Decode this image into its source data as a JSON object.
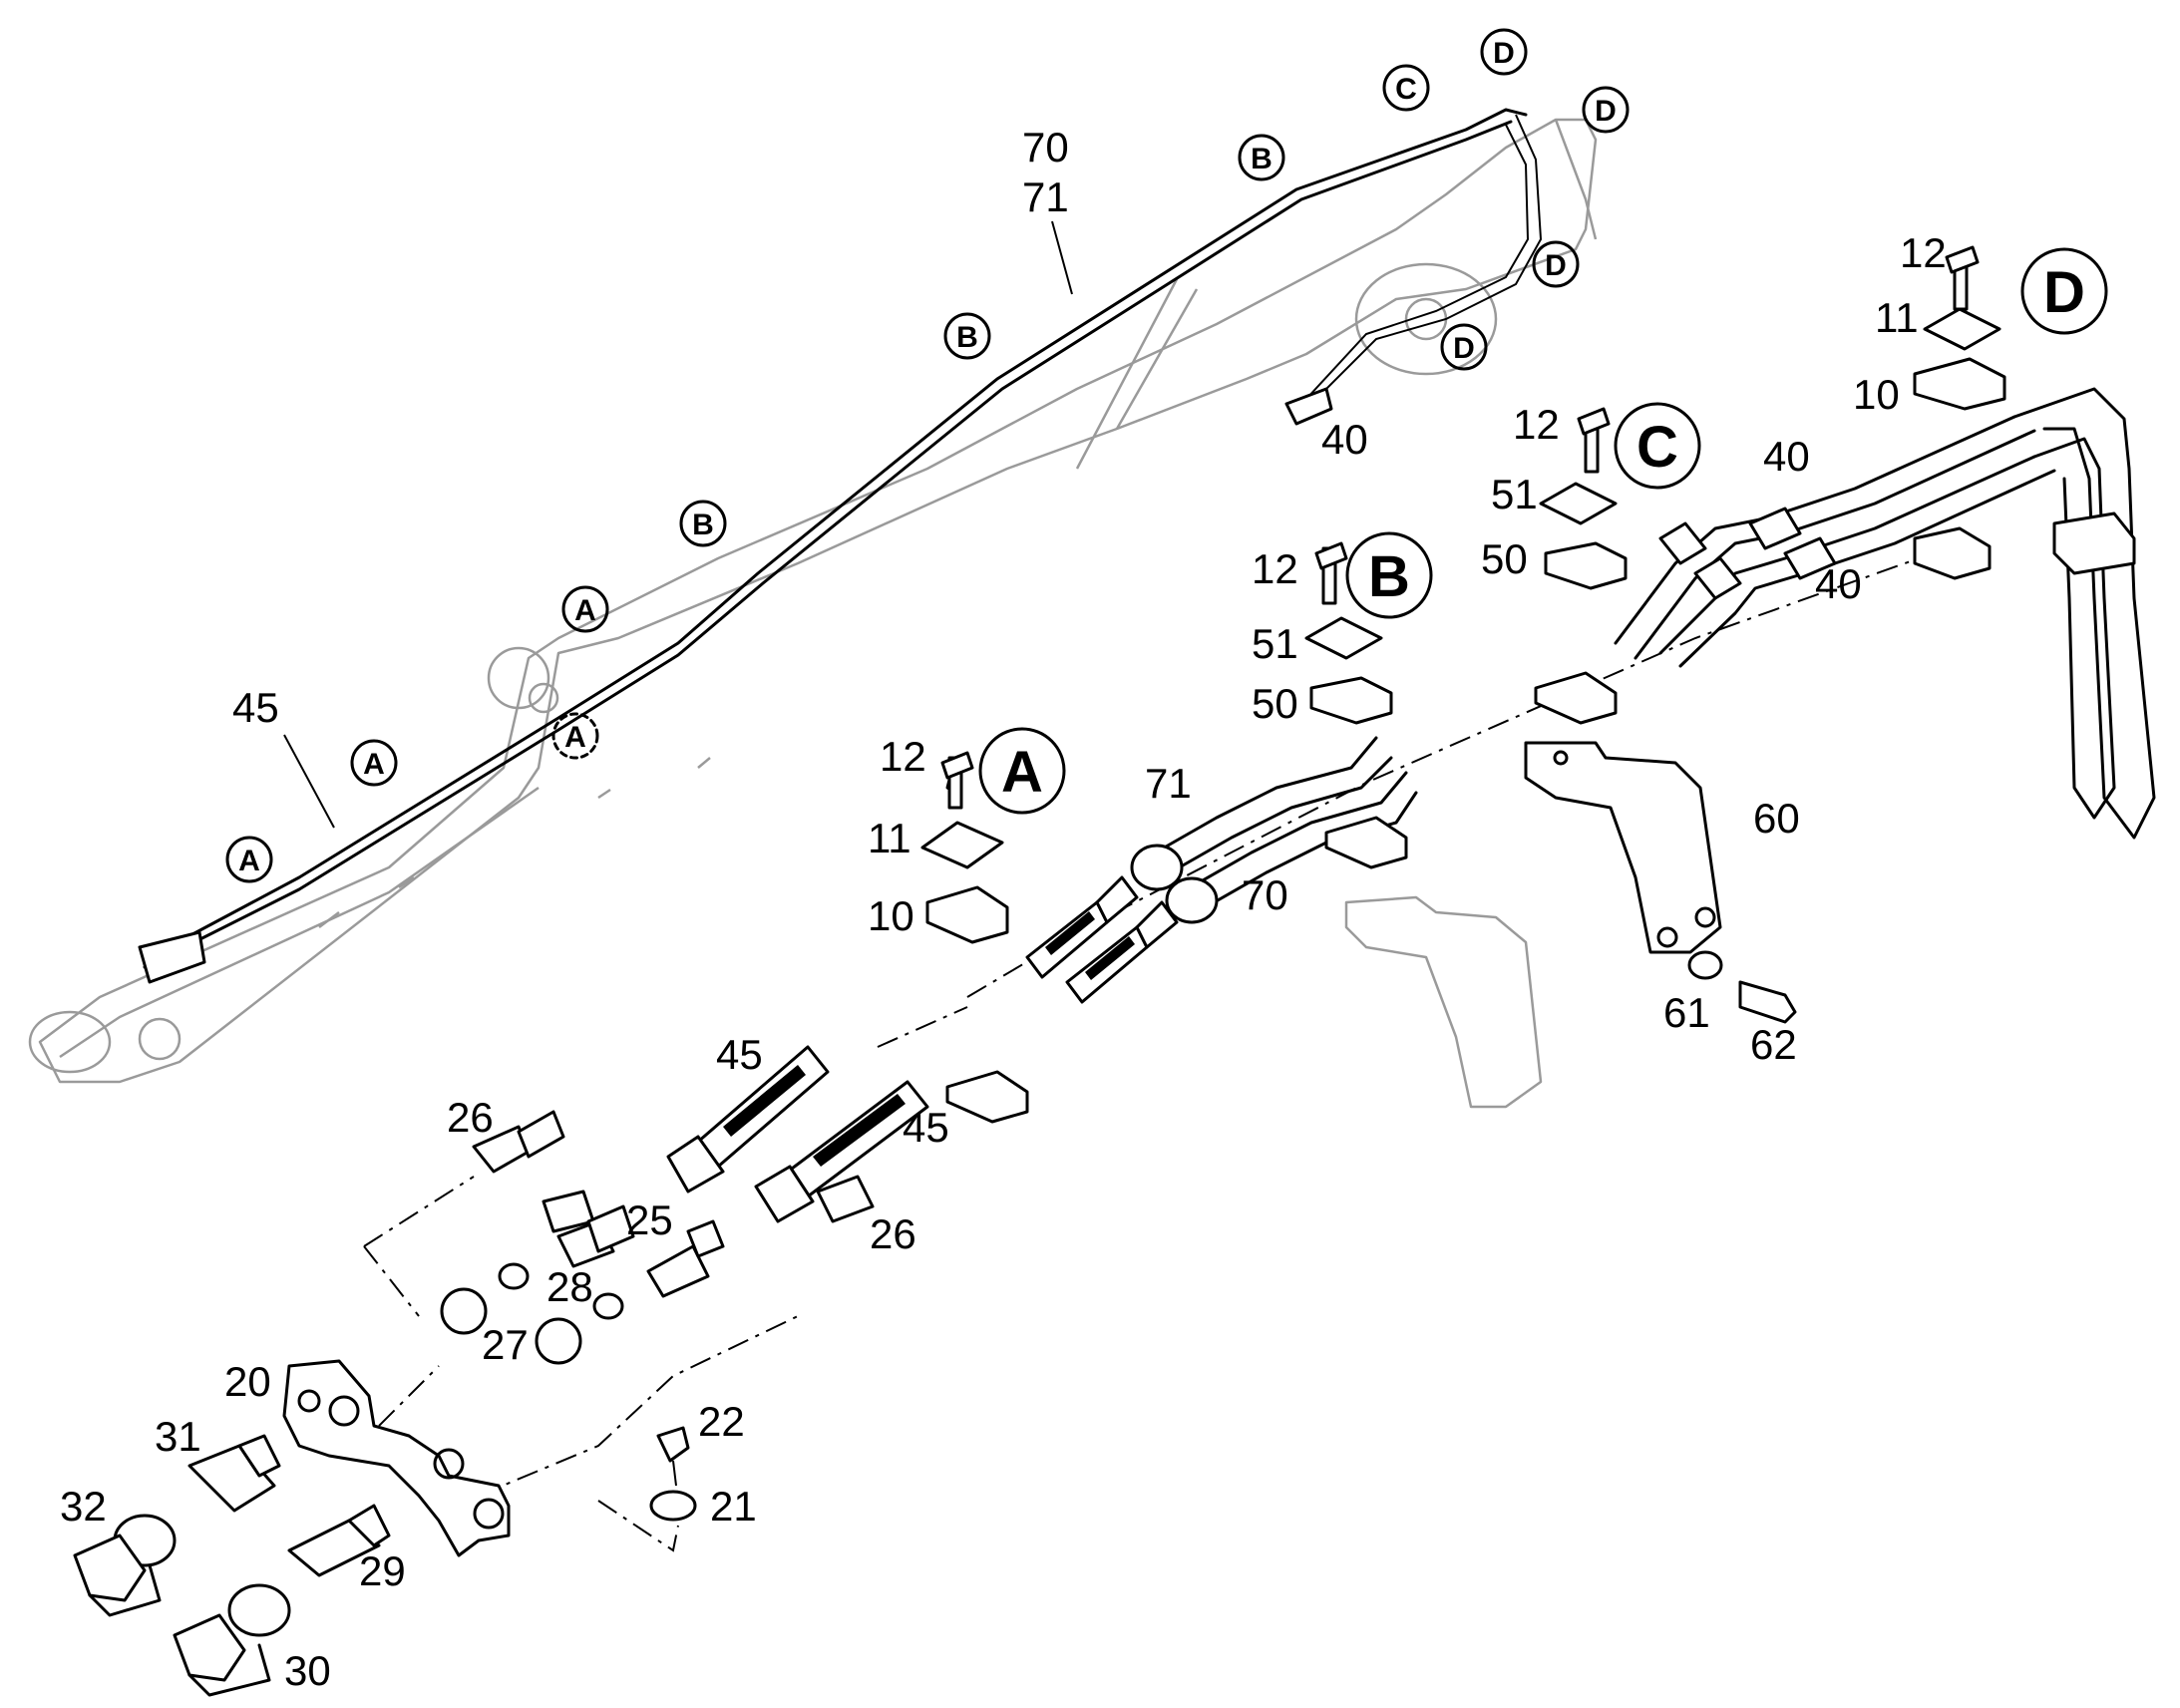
{
  "markers": {
    "small_a": "A",
    "small_b": "B",
    "small_c": "C",
    "small_d": "D",
    "detail_a": "A",
    "detail_b": "B",
    "detail_c": "C",
    "detail_d": "D"
  },
  "parts": {
    "p10": "10",
    "p11": "11",
    "p12": "12",
    "p20": "20",
    "p21": "21",
    "p22": "22",
    "p25": "25",
    "p26": "26",
    "p27": "27",
    "p28": "28",
    "p29": "29",
    "p30": "30",
    "p31": "31",
    "p32": "32",
    "p40": "40",
    "p45": "45",
    "p50": "50",
    "p51": "51",
    "p60": "60",
    "p61": "61",
    "p62": "62",
    "p70": "70",
    "p71": "71"
  },
  "colors": {
    "ink": "#000000",
    "ghost": "#9a9a9a",
    "paper": "#ffffff"
  }
}
